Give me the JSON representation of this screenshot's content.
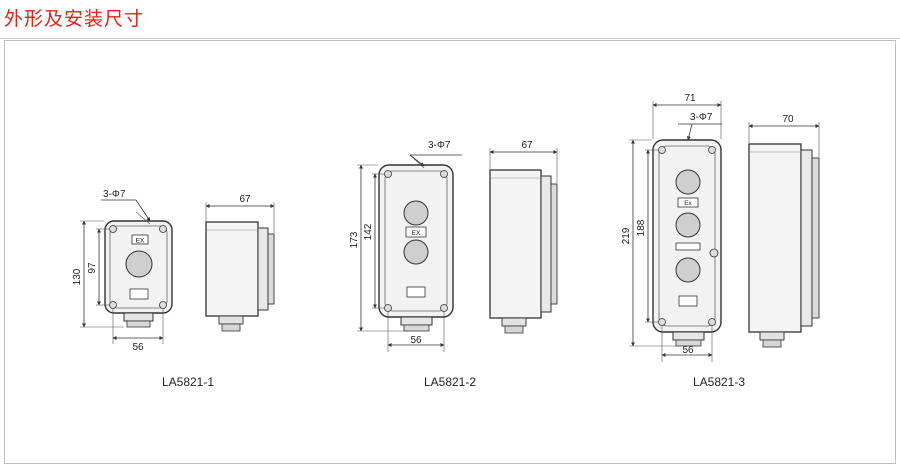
{
  "title": "外形及安装尺寸",
  "models": [
    {
      "id": "LA5821-1",
      "label": "LA5821-1",
      "hole_label": "3-Φ7",
      "front_width": "56",
      "front_height_outer": "130",
      "front_height_inner": "97",
      "side_depth": "67",
      "mark_label": "EX"
    },
    {
      "id": "LA5821-2",
      "label": "LA5821-2",
      "hole_label": "3-Φ7",
      "front_width": "56",
      "front_height_outer": "173",
      "front_height_inner": "142",
      "side_depth": "67",
      "mark_label": "EX"
    },
    {
      "id": "LA5821-3",
      "label": "LA5821-3",
      "hole_label": "3-Φ7",
      "front_width": "56",
      "front_width_top": "71",
      "front_height_outer": "219",
      "front_height_inner": "188",
      "side_depth": "70",
      "mark_label": "Ex"
    }
  ]
}
